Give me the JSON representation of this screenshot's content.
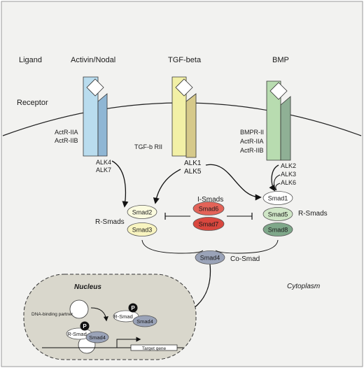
{
  "labels": {
    "ligand": "Ligand",
    "receptor": "Receptor",
    "cytoplasm": "Cytoplasm",
    "nucleus": "Nucleus",
    "r_smads_left": "R-Smads",
    "r_smads_right": "R-Smads",
    "i_smads": "I-Smads",
    "co_smad": "Co-Smad"
  },
  "ligands": {
    "activin": "Activin/Nodal",
    "tgf": "TGF-beta",
    "bmp": "BMP"
  },
  "receptors": {
    "activin_type2": [
      "ActR-IIA",
      "ActR-IIB"
    ],
    "activin_type1": [
      "ALK4",
      "ALK7"
    ],
    "tgf_type2": "TGF-b RII",
    "tgf_type1": [
      "ALK1",
      "ALK5"
    ],
    "bmp_type2": [
      "BMPR-II",
      "ActR-IIA",
      "ActR-IIB"
    ],
    "bmp_type1": [
      "ALK2",
      "ALK3",
      "ALK6"
    ]
  },
  "smads": {
    "smad2": "Smad2",
    "smad3": "Smad3",
    "smad6": "Smad6",
    "smad7": "Smad7",
    "smad1": "Smad1",
    "smad5": "Smad5",
    "smad8": "Smad8",
    "smad4": "Smad4"
  },
  "nucleus_items": {
    "dna_partner": "DNA-binding partner",
    "r_smad_1": "R-Smad",
    "smad4_1": "Smad4",
    "p_1": "P",
    "r_smad_2": "R-Smad",
    "smad4_2": "Smad4",
    "p_2": "P",
    "target_gene": "Target gene"
  },
  "colors": {
    "activin_receptor": "#b9dcee",
    "tgf_receptor": "#f2f0a6",
    "bmp_receptor": "#b8dcb0",
    "inhibitory_smad": "#e0524a",
    "smad4": "#9aa3b8",
    "nucleus_fill": "#d9d7cc",
    "background": "#f2f2f0"
  }
}
